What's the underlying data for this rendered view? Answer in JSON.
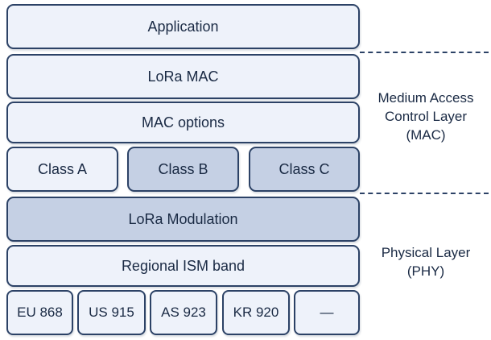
{
  "stack": {
    "application": "Application",
    "lora_mac": "LoRa MAC",
    "mac_options": "MAC options",
    "classes": [
      "Class A",
      "Class B",
      "Class C"
    ],
    "lora_modulation": "LoRa Modulation",
    "regional_ism_band": "Regional ISM band",
    "bands": [
      "EU 868",
      "US 915",
      "AS 923",
      "KR 920",
      "—"
    ]
  },
  "layers": {
    "mac": [
      "Medium Access",
      "Control Layer",
      "(MAC)"
    ],
    "phy": [
      "Physical Layer",
      "(PHY)"
    ]
  },
  "colors": {
    "border": "#2c4266",
    "light_fill": "#eef2fa",
    "shaded_fill": "#c5d0e4"
  }
}
